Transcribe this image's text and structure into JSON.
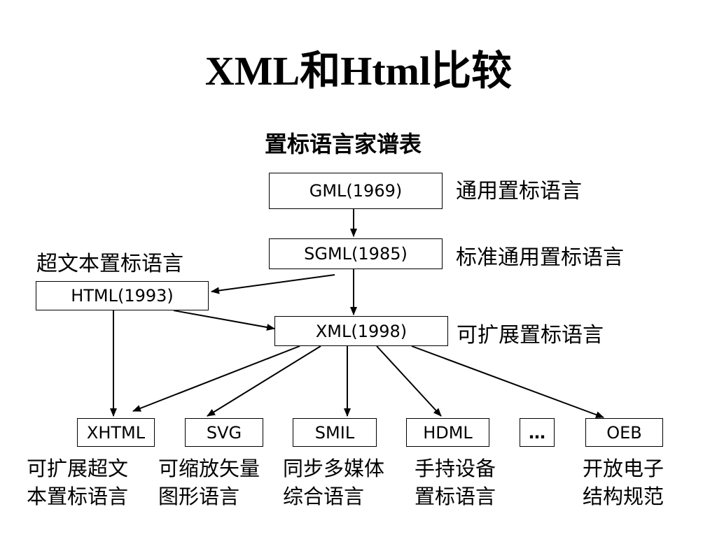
{
  "slide": {
    "title": "XML和Html比较",
    "subtitle": "置标语言家谱表"
  },
  "nodes": {
    "gml": {
      "label": "GML(1969)",
      "desc": "通用置标语言"
    },
    "sgml": {
      "label": "SGML(1985)",
      "desc": "标准通用置标语言"
    },
    "html": {
      "label": "HTML(1993)",
      "desc": "超文本置标语言"
    },
    "xml": {
      "label": "XML(1998)",
      "desc": "可扩展置标语言"
    },
    "xhtml": {
      "label": "XHTML",
      "desc_line1": "可扩展超文",
      "desc_line2": "本置标语言"
    },
    "svg": {
      "label": "SVG",
      "desc_line1": "可缩放矢量",
      "desc_line2": "图形语言"
    },
    "smil": {
      "label": "SMIL",
      "desc_line1": "同步多媒体",
      "desc_line2": "综合语言"
    },
    "hdml": {
      "label": "HDML",
      "desc_line1": "手持设备",
      "desc_line2": "置标语言"
    },
    "more": {
      "label": "…"
    },
    "oeb": {
      "label": "OEB",
      "desc_line1": "开放电子",
      "desc_line2": "结构规范"
    }
  }
}
